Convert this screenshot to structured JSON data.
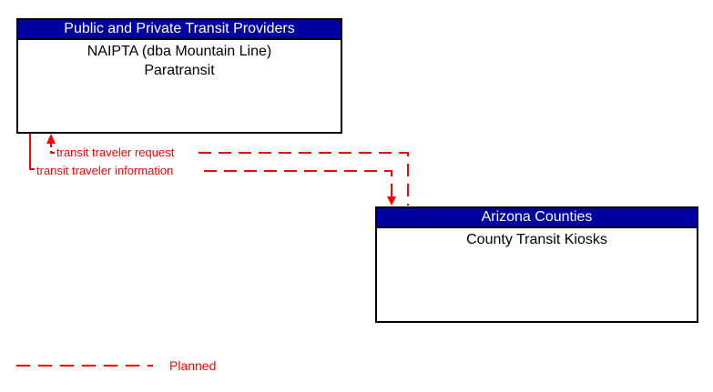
{
  "diagram": {
    "colors": {
      "header_bg": "#0000A0",
      "header_text": "#FFFFFF",
      "body_text": "#000000",
      "box_border": "#000000",
      "flow": "#FF0000",
      "background": "#FFFFFF"
    },
    "boxes": [
      {
        "header": "Public and Private Transit Providers",
        "body_lines": [
          "NAIPTA (dba Mountain Line)",
          "Paratransit"
        ]
      },
      {
        "header": "Arizona Counties",
        "body_lines": [
          "County Transit Kiosks"
        ]
      }
    ],
    "flows": [
      {
        "label": "transit traveler request",
        "from": "County Transit Kiosks",
        "to": "NAIPTA (dba Mountain Line) Paratransit",
        "status": "Planned",
        "line_style": "dashed"
      },
      {
        "label": "transit traveler information",
        "from": "NAIPTA (dba Mountain Line) Paratransit",
        "to": "County Transit Kiosks",
        "status": "Planned",
        "line_style": "dashed"
      }
    ],
    "legend": {
      "label": "Planned",
      "line_style": "dashed",
      "color": "#FF0000"
    }
  }
}
